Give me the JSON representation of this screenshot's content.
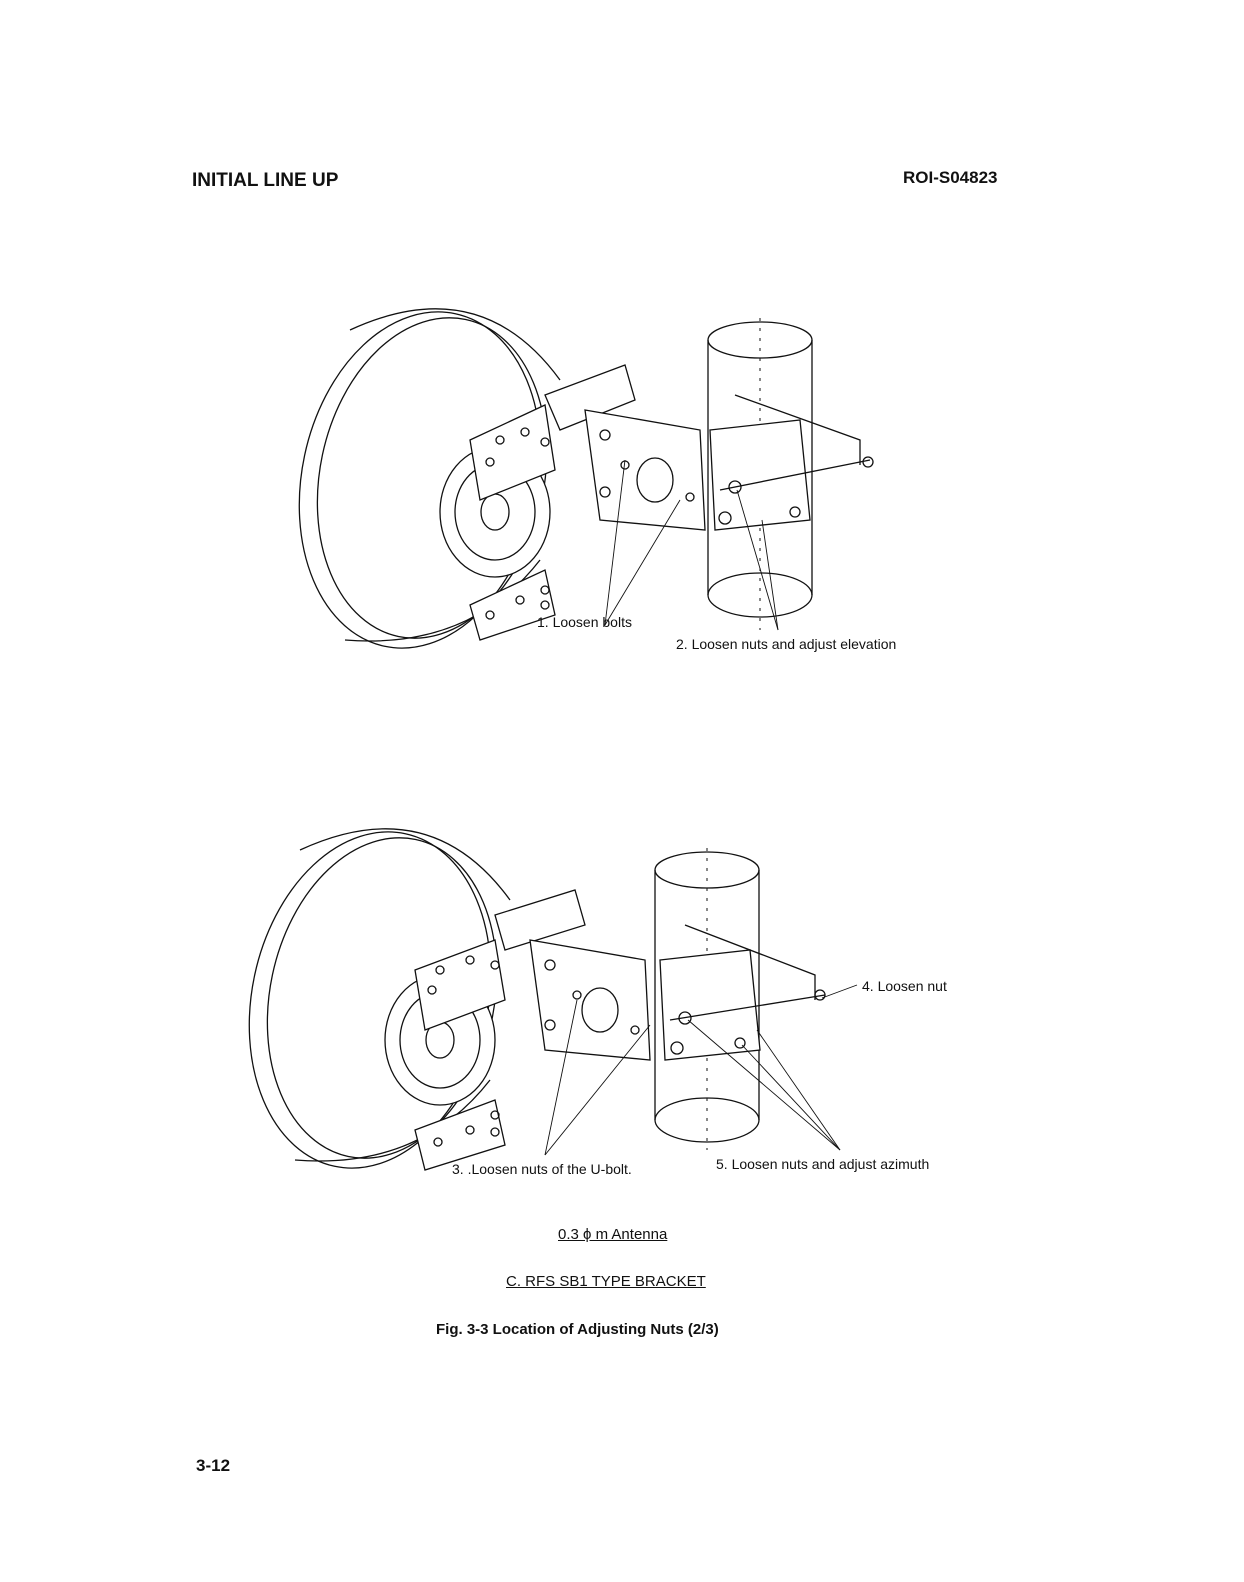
{
  "header": {
    "section_title": "INITIAL LINE UP",
    "doc_id": "ROI-S04823"
  },
  "figure_top": {
    "callouts": {
      "loosen_bolts": "1. Loosen bolts",
      "loosen_nuts_elevation": "2. Loosen nuts and adjust elevation"
    }
  },
  "figure_bottom": {
    "callouts": {
      "loosen_nuts_ubolt": "3. .Loosen nuts of the U-bolt.",
      "loosen_nut": "4. Loosen nut",
      "loosen_nuts_azimuth": "5. Loosen nuts and adjust azimuth"
    }
  },
  "captions": {
    "antenna": "0.3 ϕ m Antenna",
    "bracket": "C.  RFS SB1 TYPE BRACKET",
    "figure": "Fig. 3-3  Location of Adjusting Nuts (2/3)"
  },
  "footer": {
    "page_number": "3-12"
  }
}
